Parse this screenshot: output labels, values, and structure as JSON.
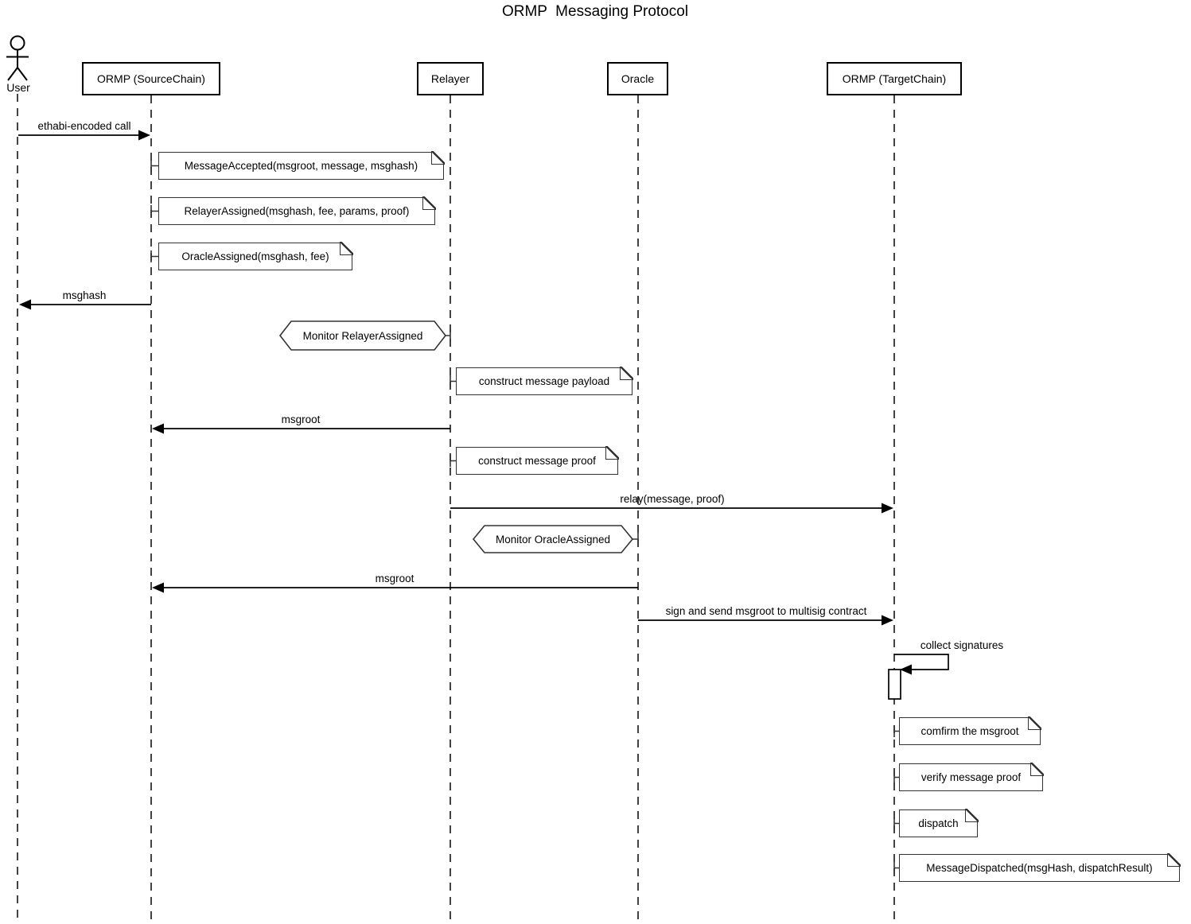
{
  "title": "ORMP  Messaging Protocol",
  "colors": {
    "background": "#ffffff",
    "line_stroke": "#000000",
    "note_border": "#333333"
  },
  "participants": {
    "user": {
      "label": "User",
      "type": "actor"
    },
    "source": {
      "label": "ORMP (SourceChain)",
      "type": "box"
    },
    "relayer": {
      "label": "Relayer",
      "type": "box"
    },
    "oracle": {
      "label": "Oracle",
      "type": "box"
    },
    "target": {
      "label": "ORMP (TargetChain)",
      "type": "box"
    }
  },
  "messages": [
    {
      "label": "ethabi-encoded call",
      "from": "User",
      "to": "ORMP (SourceChain)"
    },
    {
      "label": "msghash",
      "from": "ORMP (SourceChain)",
      "to": "User"
    },
    {
      "label": "msgroot",
      "from": "Relayer",
      "to": "ORMP (SourceChain)"
    },
    {
      "label": "relay(message, proof)",
      "from": "Relayer",
      "to": "ORMP (TargetChain)"
    },
    {
      "label": "msgroot",
      "from": "Oracle",
      "to": "ORMP (SourceChain)"
    },
    {
      "label": "sign and send msgroot to multisig contract",
      "from": "Oracle",
      "to": "ORMP (TargetChain)"
    },
    {
      "label": "collect signatures",
      "from": "ORMP (TargetChain)",
      "to": "ORMP (TargetChain)",
      "self": true
    }
  ],
  "notes": [
    {
      "text": "MessageAccepted(msgroot, message, msghash)",
      "anchor": "ORMP (SourceChain)"
    },
    {
      "text": "RelayerAssigned(msghash, fee, params, proof)",
      "anchor": "ORMP (SourceChain)"
    },
    {
      "text": "OracleAssigned(msghash, fee)",
      "anchor": "ORMP (SourceChain)"
    },
    {
      "text": "construct message payload",
      "anchor": "Relayer"
    },
    {
      "text": "construct message proof",
      "anchor": "Relayer"
    },
    {
      "text": "comfirm the msgroot",
      "anchor": "ORMP (TargetChain)"
    },
    {
      "text": "verify message proof",
      "anchor": "ORMP (TargetChain)"
    },
    {
      "text": "dispatch",
      "anchor": "ORMP (TargetChain)"
    },
    {
      "text": "MessageDispatched(msgHash, dispatchResult)",
      "anchor": "ORMP (TargetChain)"
    }
  ],
  "conditions": [
    {
      "text": "Monitor RelayerAssigned",
      "anchor": "Relayer"
    },
    {
      "text": "Monitor OracleAssigned",
      "anchor": "Oracle"
    }
  ]
}
